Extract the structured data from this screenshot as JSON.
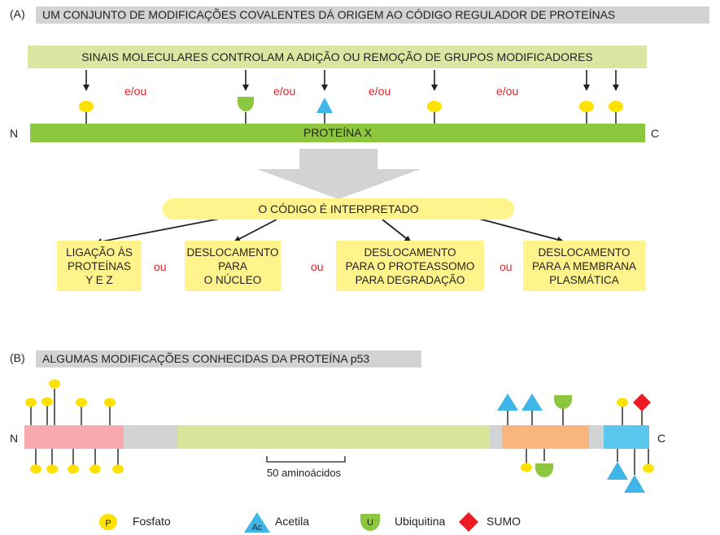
{
  "panel_a": {
    "letter": "(A)",
    "title": "UM CONJUNTO DE MODIFICAÇÕES COVALENTES DÁ ORIGEM AO CÓDIGO REGULADOR DE PROTEÍNAS",
    "signals_label": "SINAIS MOLECULARES CONTROLAM A ADIÇÃO OU REMOÇÃO DE GRUPOS MODIFICADORES",
    "conjunction": "e/ou",
    "n_terminal": "N",
    "c_terminal": "C",
    "protein_label": "PROTEÍNA X",
    "code_label": "O CÓDIGO É INTERPRETADO",
    "or_label": "ou",
    "outcomes": [
      {
        "line1": "LIGAÇÃO ÀS",
        "line2": "PROTEÍNAS",
        "line3": "Y E Z"
      },
      {
        "line1": "DESLOCAMENTO",
        "line2": "PARA",
        "line3": "O NÚCLEO"
      },
      {
        "line1": "DESLOCAMENTO",
        "line2": "PARA O PROTEASSOMO",
        "line3": "PARA DEGRADAÇÃO"
      },
      {
        "line1": "DESLOCAMENTO",
        "line2": "PARA A MEMBRANA",
        "line3": "PLASMÁTICA"
      }
    ]
  },
  "panel_b": {
    "letter": "(B)",
    "title": "ALGUMAS MODIFICAÇÕES CONHECIDAS DA PROTEÍNA p53",
    "n_terminal": "N",
    "c_terminal": "C",
    "scale_label": "50 aminoácidos"
  },
  "legend": {
    "phosphate_symbol": "P",
    "phosphate_label": "Fosfato",
    "acetyl_symbol": "Ac",
    "acetyl_label": "Acetila",
    "ubiquitin_symbol": "U",
    "ubiquitin_label": "Ubiquitina",
    "sumo_label": "SUMO"
  },
  "colors": {
    "phosphate": "#ffe100",
    "acetyl": "#3fb6e8",
    "ubiquitin": "#8dc63f",
    "sumo": "#ed1c24",
    "protein_green": "#8dc63f",
    "domain_pink": "#f7a9ad",
    "domain_grey": "#d1d3d4",
    "domain_lightgreen": "#d7e59a",
    "domain_orange": "#f8b67d",
    "domain_blue": "#5ac7ef",
    "highlight_yellow": "#fff48b",
    "conjunction_red": "#e02426"
  }
}
